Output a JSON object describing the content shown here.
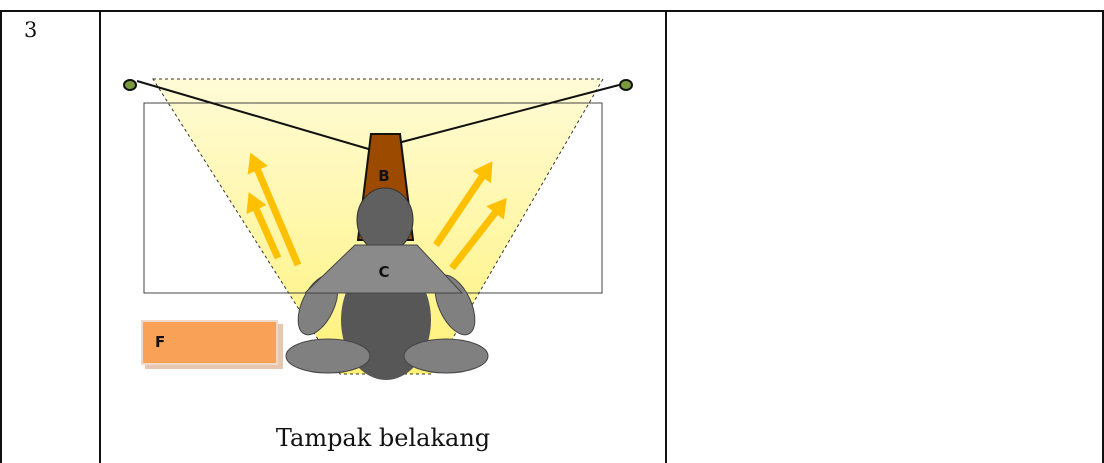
{
  "table": {
    "row_number": "3",
    "caption": "Tampak belakang"
  },
  "diagram": {
    "labels": {
      "b": "B",
      "c": "C",
      "f": "F"
    },
    "colors": {
      "light_cone": "#fff6a8",
      "arrow": "#ffc000",
      "stand": "#9c4a00",
      "person": "#555555",
      "head": "#606060",
      "chair": "#8a8a8a",
      "feet": "#808080",
      "box_f": "#f9a257",
      "lamp": "#7a9a3c"
    },
    "icons": [
      "lamp-dot-icon",
      "arrow-icon"
    ]
  }
}
